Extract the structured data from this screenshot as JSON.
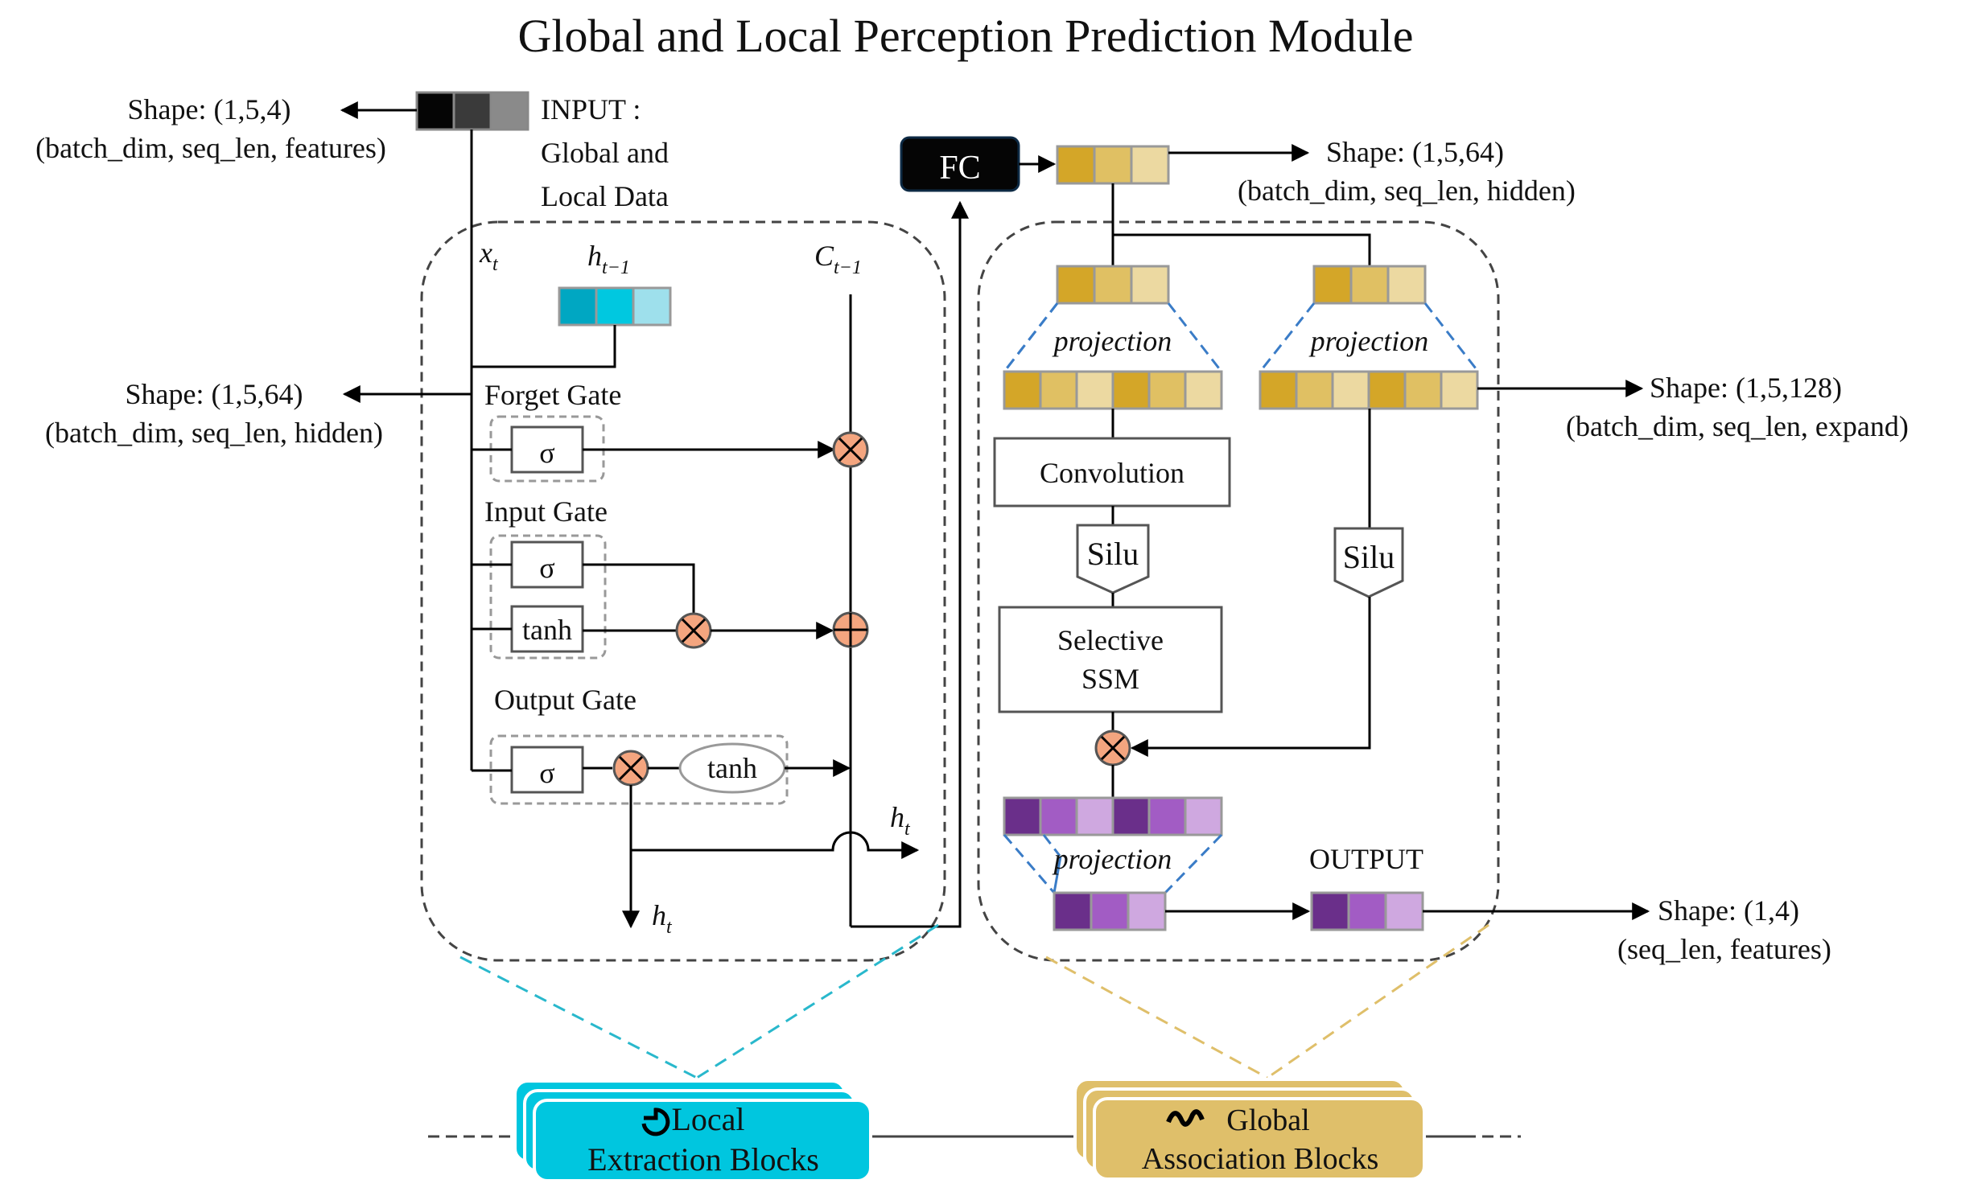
{
  "title": "Global and Local Perception Prediction Module",
  "input": {
    "label_line1": "INPUT :",
    "label_line2": "Global  and",
    "label_line3": "Local Data",
    "shape": "Shape: (1,5,4)",
    "dims": "(batch_dim, seq_len, features)",
    "cell_colors": [
      "#050505",
      "#3a3a3a",
      "#8a8a8a"
    ]
  },
  "lstm": {
    "x_t": "x",
    "x_t_sub": "t",
    "h_prev": "h",
    "h_prev_sub": "t−1",
    "c_prev": "C",
    "c_prev_sub": "t−1",
    "h_shape": "Shape: (1,5,64)",
    "h_dims": "(batch_dim, seq_len, hidden)",
    "h_cell_colors": [
      "#00a7c2",
      "#00c8e0",
      "#9ee0ec"
    ],
    "forget_gate": "Forget Gate",
    "input_gate": "Input Gate",
    "output_gate": "Output Gate",
    "sigma": "σ",
    "tanh": "tanh",
    "h_t": "h",
    "h_t_sub": "t"
  },
  "fc": {
    "label": "FC",
    "shape": "Shape: (1,5,64)",
    "dims": "(batch_dim, seq_len, hidden)"
  },
  "mamba": {
    "projection": "projection",
    "expand_shape": "Shape: (1,5,128)",
    "expand_dims": "(batch_dim, seq_len, expand)",
    "convolution": "Convolution",
    "silu": "Silu",
    "selective_line1": "Selective",
    "selective_line2": "SSM",
    "output": "OUTPUT",
    "out_shape": "Shape: (1,4)",
    "out_dims": "(seq_len, features)",
    "gold_colors": [
      "#d4a628",
      "#e0c063",
      "#ecd9a1"
    ],
    "purple_colors": [
      "#6a2f8a",
      "#a25cc4",
      "#cfa8e0"
    ]
  },
  "blocks": {
    "local_line1": "Local",
    "local_line2": "Extraction Blocks",
    "global_line1": "Global",
    "global_line2": "Association Blocks",
    "local_color": "#00c6df",
    "global_color": "#dfbf6a"
  }
}
